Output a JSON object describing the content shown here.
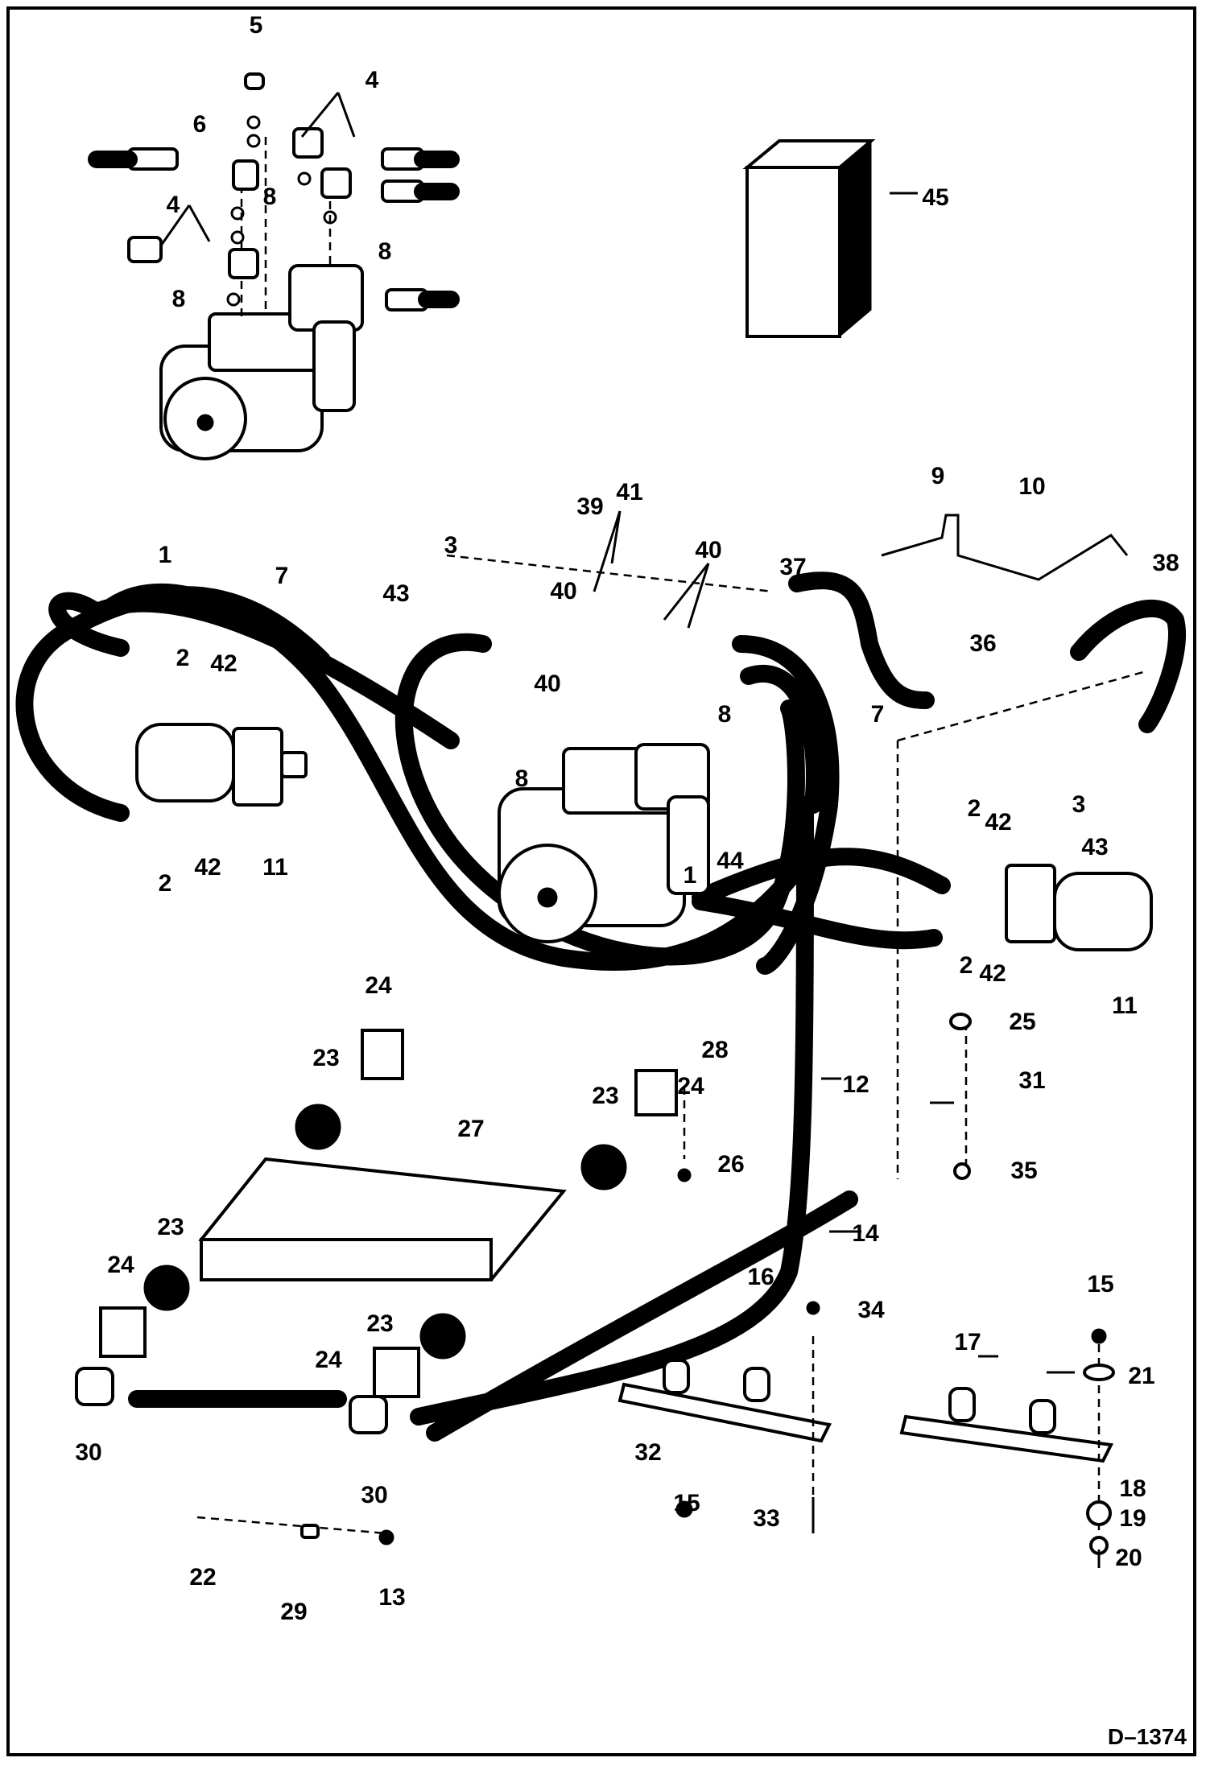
{
  "diagram": {
    "document_id": "D–1374",
    "callouts": [
      "5",
      "4",
      "6",
      "4",
      "8",
      "8",
      "8",
      "45",
      "9",
      "10",
      "39",
      "41",
      "40",
      "1",
      "7",
      "3",
      "43",
      "40",
      "37",
      "38",
      "36",
      "2",
      "42",
      "40",
      "8",
      "7",
      "8",
      "3",
      "2",
      "42",
      "43",
      "11",
      "44",
      "1",
      "2",
      "42",
      "11",
      "2",
      "42",
      "24",
      "25",
      "24",
      "28",
      "23",
      "31",
      "23",
      "27",
      "12",
      "26",
      "35",
      "23",
      "14",
      "16",
      "34",
      "24",
      "15",
      "17",
      "23",
      "21",
      "24",
      "30",
      "32",
      "15",
      "30",
      "18",
      "33",
      "19",
      "22",
      "29",
      "13",
      "20"
    ]
  }
}
